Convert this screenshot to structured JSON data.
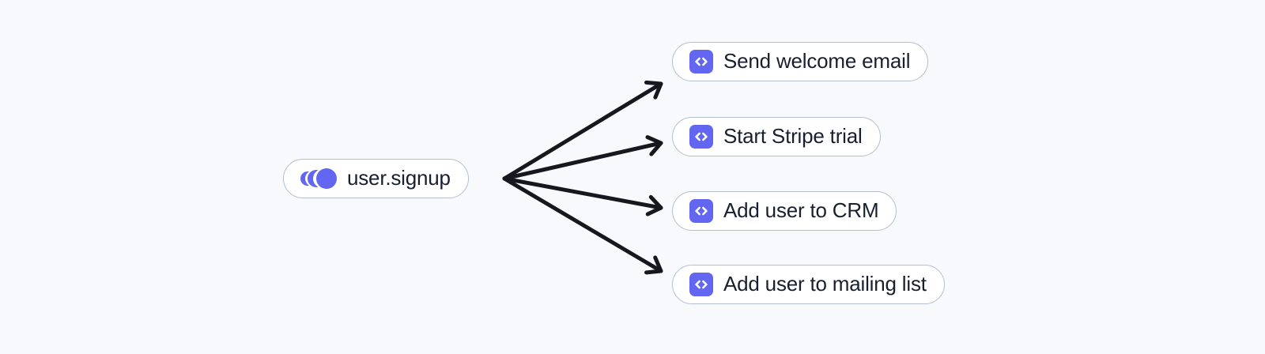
{
  "diagram": {
    "source": {
      "label": "user.signup",
      "icon": "event-pulse-icon"
    },
    "targets": [
      {
        "label": "Send welcome email",
        "icon": "code-icon"
      },
      {
        "label": "Start Stripe trial",
        "icon": "code-icon"
      },
      {
        "label": "Add user to CRM",
        "icon": "code-icon"
      },
      {
        "label": "Add user to mailing list",
        "icon": "code-icon"
      }
    ],
    "edges": [
      {
        "from": "user.signup",
        "to": "Send welcome email"
      },
      {
        "from": "user.signup",
        "to": "Start Stripe trial"
      },
      {
        "from": "user.signup",
        "to": "Add user to CRM"
      },
      {
        "from": "user.signup",
        "to": "Add user to mailing list"
      }
    ]
  },
  "colors": {
    "background": "#f8f9fc",
    "node_fill": "#ffffff",
    "node_border": "#b3bfd0",
    "node_text": "#18202f",
    "accent": "#6366f1",
    "arrow": "#17171f"
  }
}
